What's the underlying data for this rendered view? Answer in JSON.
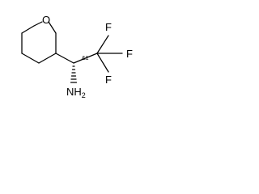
{
  "molecule": {
    "ring_oxygen": "O",
    "fluorine_1": "F",
    "fluorine_2": "F",
    "fluorine_3": "F",
    "amine": "NH2",
    "stereo_annotation": "&1"
  },
  "colors": {
    "bond": "#000000",
    "text": "#000000",
    "background": "#ffffff"
  }
}
